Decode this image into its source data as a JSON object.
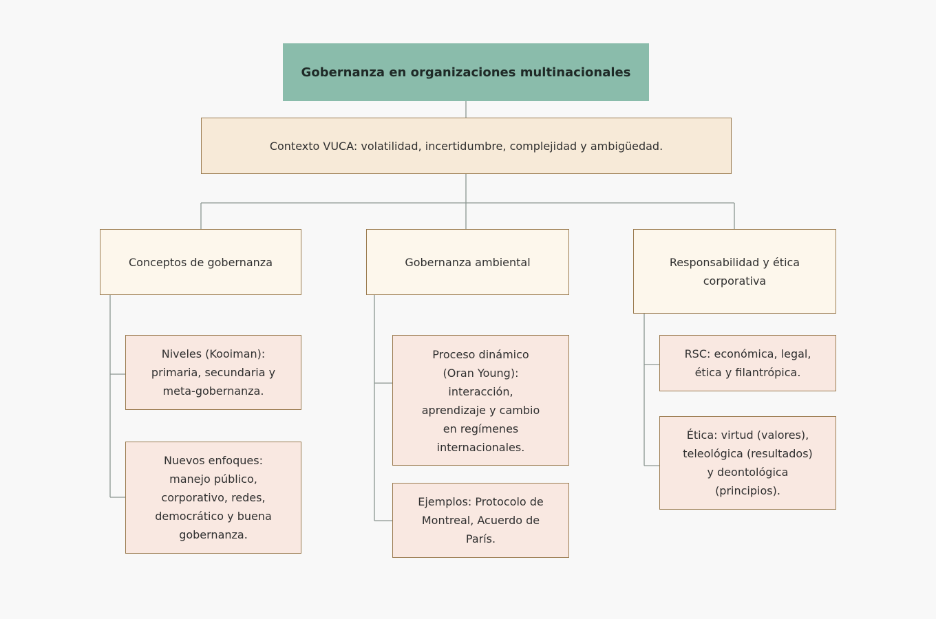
{
  "diagram": {
    "root": "Gobernanza en organizaciones multinacionales",
    "context": "Contexto VUCA: volatilidad, incertidumbre, complejidad y ambigüedad.",
    "branches": [
      {
        "title": "Conceptos de gobernanza",
        "children": [
          "Niveles (Kooiman): primaria, secundaria y meta-gobernanza.",
          "Nuevos enfoques: manejo público, corporativo, redes, democrático y buena gobernanza."
        ]
      },
      {
        "title": "Gobernanza ambiental",
        "children": [
          "Proceso dinámico (Oran Young): interacción, aprendizaje y cambio en regímenes internacionales.",
          "Ejemplos: Protocolo de Montreal, Acuerdo de París."
        ]
      },
      {
        "title": "Responsabilidad y ética corporativa",
        "children": [
          "RSC: económica, legal, ética y filantrópica.",
          "Ética: virtud (valores), teleológica (resultados) y deontológica (principios)."
        ]
      }
    ]
  },
  "colors": {
    "background": "#f8f8f8",
    "root_fill": "#8abcab",
    "context_fill": "#f7ead8",
    "branch_fill": "#fdf7ec",
    "leaf_fill": "#f9e8e1",
    "border": "#9a7a4e",
    "connector": "#8a9590"
  }
}
